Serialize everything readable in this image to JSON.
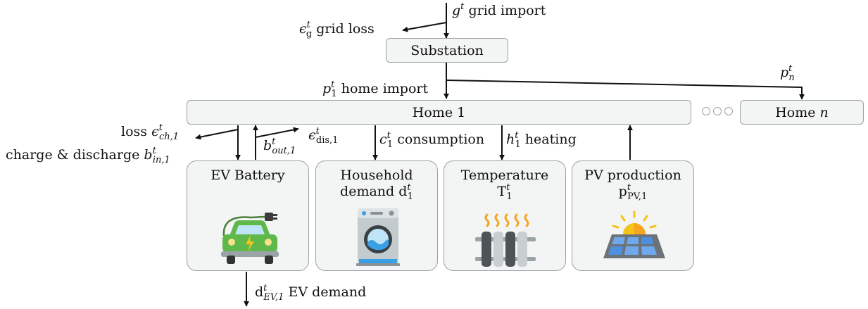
{
  "labels": {
    "grid_import": {
      "sym": "g",
      "sup": "t",
      "text": " grid import"
    },
    "grid_loss": {
      "sym": "ϵ",
      "sub": "g",
      "sup": "t",
      "text": " grid loss"
    },
    "home_import": {
      "sym": "p",
      "sub": "1",
      "sup": "t",
      "text": " home import"
    },
    "pn": {
      "sym": "p",
      "sub": "n",
      "sup": "t"
    },
    "loss_ch": {
      "prefix": "loss ",
      "sym": "ϵ",
      "sub": "ch,1",
      "sup": "t"
    },
    "charge": {
      "prefix": "charge & discharge ",
      "sym": "b",
      "sub": "in,1",
      "sup": "t"
    },
    "b_out": {
      "sym": "b",
      "sub": "out,1",
      "sup": "t"
    },
    "eps_dis": {
      "sym": "ϵ",
      "sub": "dis,1",
      "sup": "t"
    },
    "consumption": {
      "sym": "c",
      "sub": "1",
      "sup": "t",
      "text": " consumption"
    },
    "heating": {
      "sym": "h",
      "sub": "1",
      "sup": "t",
      "text": " heating"
    },
    "ev_demand": {
      "sym": "d",
      "sub": "EV,1",
      "sup": "t",
      "text": " EV demand"
    }
  },
  "boxes": {
    "substation": "Substation",
    "home1": "Home 1",
    "homen_prefix": "Home ",
    "homen_var": "n"
  },
  "cards": {
    "ev": {
      "title": "EV Battery",
      "icon": "electric-car-icon"
    },
    "household": {
      "line1": "Household",
      "line2_prefix": "demand ",
      "sym": "d",
      "sub": "1",
      "sup": "t",
      "icon": "washing-machine-icon"
    },
    "temperature": {
      "line1": "Temperature",
      "sym": "T",
      "sub": "1",
      "sup": "t",
      "icon": "radiator-icon"
    },
    "pv": {
      "line1": "PV production",
      "sym": "p",
      "sub": "PV,1",
      "sup": "t",
      "icon": "solar-panel-icon"
    }
  },
  "colors": {
    "box_fill": "#f3f4f4",
    "box_border": "#9aa1a3",
    "car_green": "#5fb84a",
    "accent_yellow": "#f5c21a",
    "heat_orange": "#f5a623",
    "panel_blue": "#4f8fe0"
  }
}
